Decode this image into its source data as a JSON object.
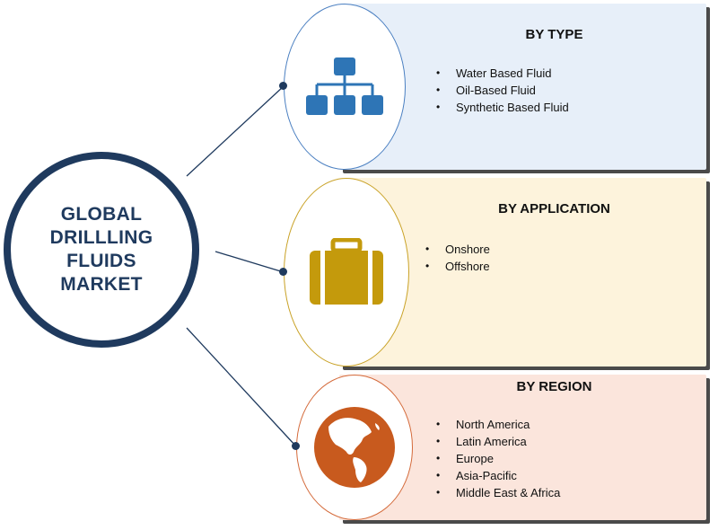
{
  "hub": {
    "title": "GLOBAL DRILLLING FLUIDS MARKET"
  },
  "segments": [
    {
      "title": "BY TYPE",
      "icon": "hierarchy-icon",
      "color": "#2e75b6",
      "items": [
        "Water Based Fluid",
        "Oil-Based Fluid",
        "Synthetic Based Fluid"
      ]
    },
    {
      "title": "BY APPLICATION",
      "icon": "briefcase-icon",
      "color": "#c49a0c",
      "items": [
        "Onshore",
        "Offshore"
      ]
    },
    {
      "title": "BY REGION",
      "icon": "globe-icon",
      "color": "#c85a1e",
      "items": [
        "North America",
        "Latin America",
        "Europe",
        "Asia-Pacific",
        "Middle East & Africa"
      ]
    }
  ],
  "colors": {
    "hub_border": "#1f3a5e",
    "panel_type": "#e7eff9",
    "panel_application": "#fdf3dc",
    "panel_region": "#fbe5dc"
  }
}
